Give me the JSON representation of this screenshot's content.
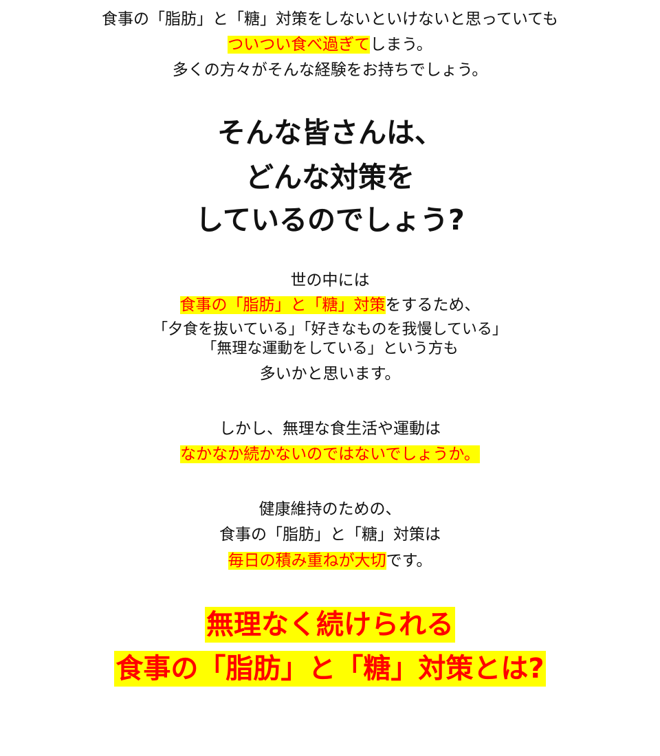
{
  "intro": {
    "line1": "食事の「脂肪」と「糖」対策をしないといけないと思っていても",
    "line2_highlight": "ついつい食べ過ぎて",
    "line2_rest": "しまう。",
    "line3": "多くの方々がそんな経験をお持ちでしょう。"
  },
  "headline": {
    "line1": "そんな皆さんは、",
    "line2": "どんな対策を",
    "line3": "しているのでしょう?"
  },
  "section1": {
    "line1": "世の中には",
    "line2_highlight": "食事の「脂肪」と「糖」対策",
    "line2_rest": "をするため、",
    "line3": "「夕食を抜いている」「好きなものを我慢している」",
    "line4": "「無理な運動をしている」という方も",
    "line5": "多いかと思います。"
  },
  "section2": {
    "line1": "しかし、無理な食生活や運動は",
    "line2_highlight": "なかなか続かないのではないでしょうか。"
  },
  "section3": {
    "line1": "健康維持のための、",
    "line2": "食事の「脂肪」と「糖」対策は",
    "line3_highlight": "毎日の積み重ねが大切",
    "line3_rest": "です。"
  },
  "closing": {
    "line1": "無理なく続けられる",
    "line2": "食事の「脂肪」と「糖」対策とは?"
  },
  "colors": {
    "highlight_bg": "#ffff00",
    "highlight_text": "#ff0000",
    "body_text": "#111111"
  }
}
